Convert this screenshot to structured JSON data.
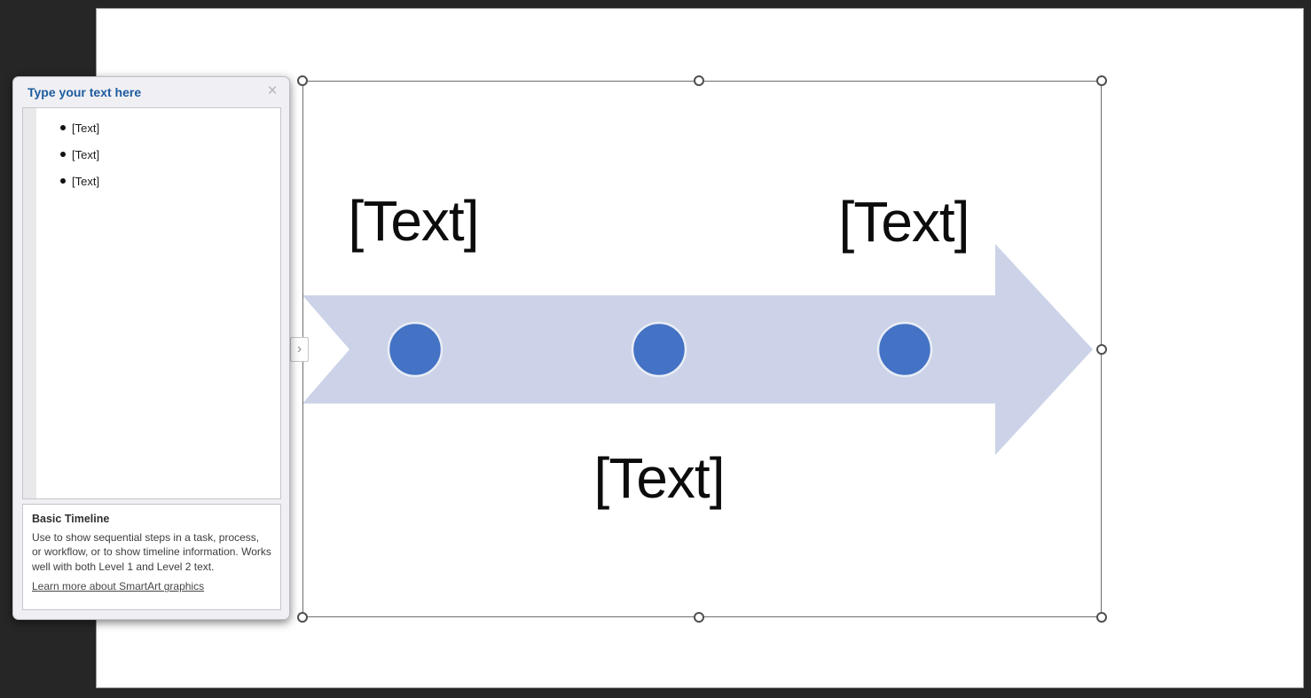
{
  "text_pane": {
    "title": "Type your text here",
    "close_icon": "×",
    "items": [
      {
        "label": "[Text]"
      },
      {
        "label": "[Text]"
      },
      {
        "label": "[Text]"
      }
    ],
    "info": {
      "title": "Basic Timeline",
      "description": "Use to show sequential steps in a task, process, or workflow, or to show timeline information. Works well with both Level 1 and Level 2 text.",
      "link": "Learn more about SmartArt graphics"
    }
  },
  "canvas": {
    "expand_chevron": "›",
    "labels": [
      {
        "text": "[Text]"
      },
      {
        "text": "[Text]"
      },
      {
        "text": "[Text]"
      }
    ]
  },
  "colors": {
    "accent": "#4472c4",
    "arrow_fill": "#ccd3e8",
    "panel_title": "#1e5c9e"
  }
}
